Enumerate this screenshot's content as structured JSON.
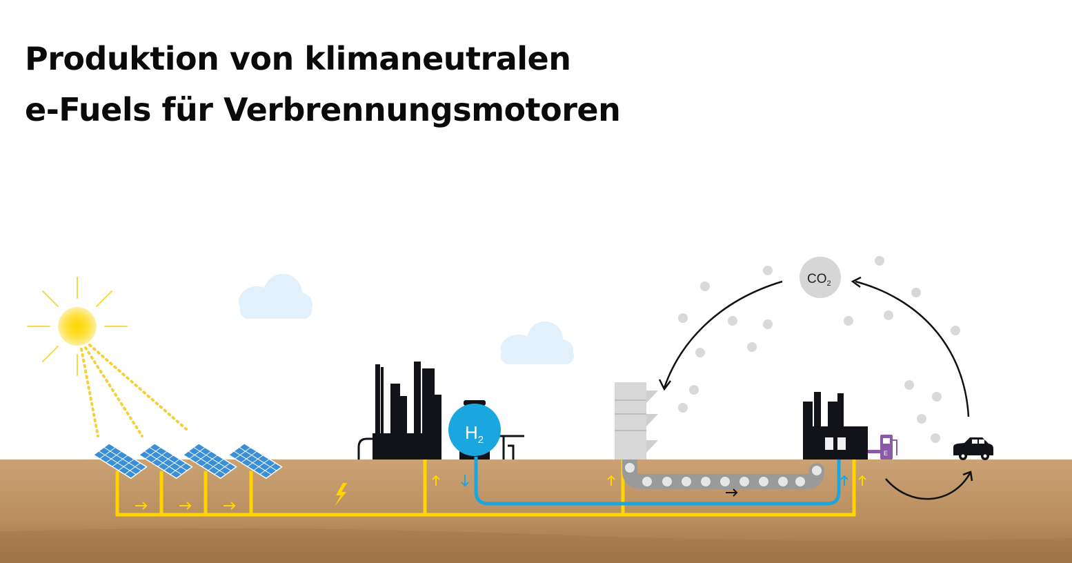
{
  "title": {
    "line1": "Produktion von klimaneutralen",
    "line2": "e-Fuels für Verbrennungsmotoren"
  },
  "labels": {
    "h2_main": "H",
    "h2_sub": "2",
    "co2_main": "CO",
    "co2_sub": "2",
    "pump_letter": "E"
  },
  "colors": {
    "sun": "#f8e34a",
    "power_line": "#ffd500",
    "hydrogen": "#1aa7e0",
    "co2_bubble": "#d9d9d9",
    "ground": "#c49a6c",
    "factory": "#111318",
    "pump": "#8a5aa8",
    "cloud": "#e1f0fa"
  },
  "icons": [
    "sun-icon",
    "solar-panel-icon",
    "cloud-icon",
    "refinery-icon",
    "hydrogen-tank-icon",
    "co2-capture-tower-icon",
    "synthesis-factory-icon",
    "fuel-pump-icon",
    "car-icon",
    "lightning-icon"
  ]
}
